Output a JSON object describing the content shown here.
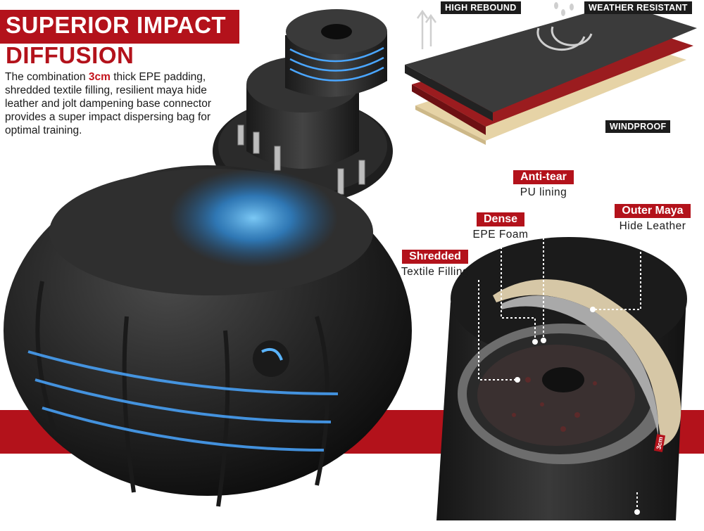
{
  "headline": {
    "line1": "SUPERIOR IMPACT",
    "line2": "DIFFUSION"
  },
  "description": {
    "before": "The combination ",
    "highlight": "3cm",
    "after": " thick EPE padding, shredded textile filling, resilient maya hide leather and jolt dampening base connector provides a  super impact dispersing bag for optimal training."
  },
  "features": {
    "high_rebound": "HIGH REBOUND",
    "weather_resistant": "WEATHER RESISTANT",
    "windproof": "WINDPROOF"
  },
  "layers": {
    "anti_tear_title": "Anti-tear",
    "anti_tear_sub": "PU lining",
    "dense_title": "Dense",
    "dense_sub": "EPE Foam",
    "outer_title": "Outer Maya",
    "outer_sub": "Hide Leather",
    "shredded_title": "Shredded",
    "shredded_sub": "Textile Filling"
  },
  "thickness_badge": "3cm",
  "colors": {
    "brand_red": "#b3121b",
    "text_dark": "#1a1a1a",
    "accent_blue": "#3fa9ff"
  },
  "icons": [
    "up-arrows-icon",
    "rotate-arrows-icon",
    "rain-drops-icon",
    "rotation-arrow-icon"
  ]
}
